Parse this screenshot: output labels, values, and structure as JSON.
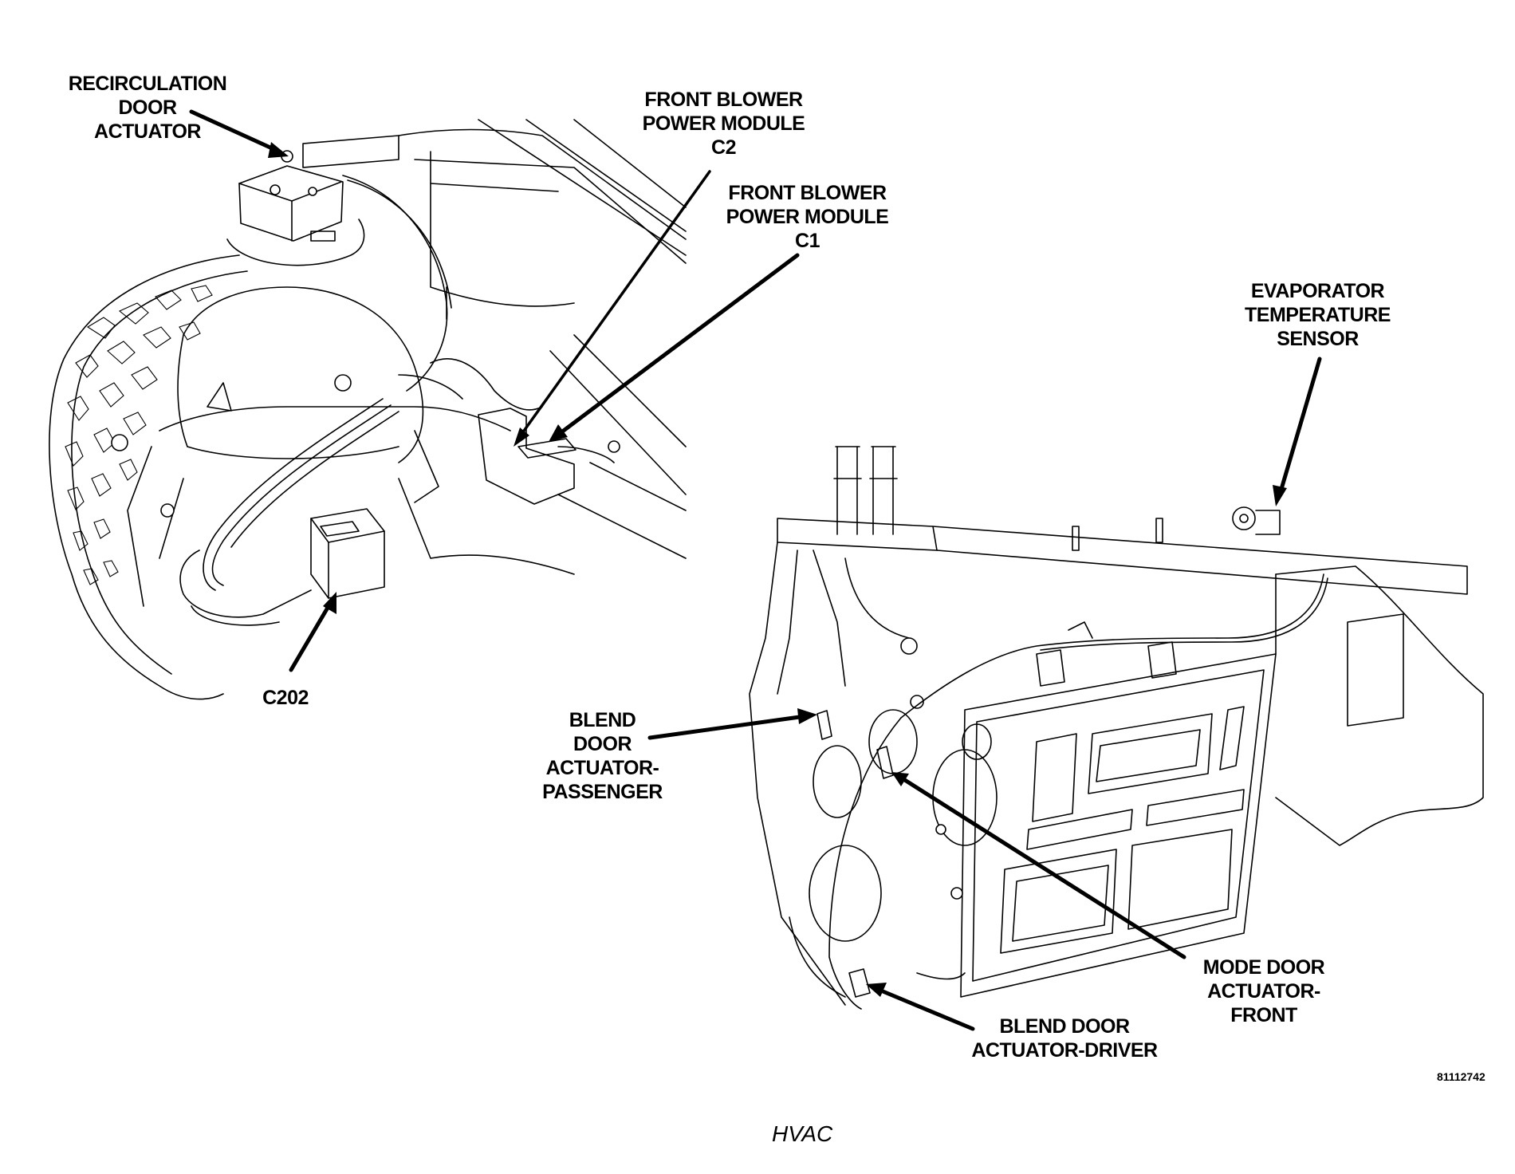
{
  "diagram": {
    "caption": "HVAC",
    "part_number": "81112742",
    "callouts": {
      "recirculation_door_actuator": [
        "RECIRCULATION",
        "DOOR",
        "ACTUATOR"
      ],
      "front_blower_power_module_c2": [
        "FRONT BLOWER",
        "POWER MODULE",
        "C2"
      ],
      "front_blower_power_module_c1": [
        "FRONT BLOWER",
        "POWER MODULE",
        "C1"
      ],
      "evaporator_temperature_sensor": [
        "EVAPORATOR",
        "TEMPERATURE",
        "SENSOR"
      ],
      "c202": [
        "C202"
      ],
      "blend_door_actuator_passenger": [
        "BLEND",
        "DOOR",
        "ACTUATOR-",
        "PASSENGER"
      ],
      "mode_door_actuator_front": [
        "MODE DOOR",
        "ACTUATOR-",
        "FRONT"
      ],
      "blend_door_actuator_driver": [
        "BLEND DOOR",
        "ACTUATOR-DRIVER"
      ]
    }
  }
}
